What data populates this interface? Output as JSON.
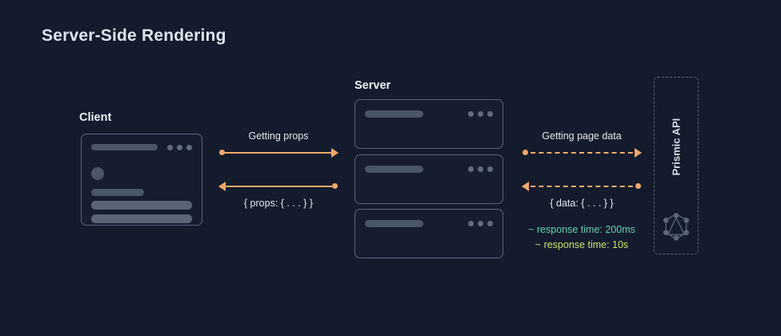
{
  "title": "Server-Side Rendering",
  "colors": {
    "background": "#141b2d",
    "accent_orange": "#f0a868",
    "card_border": "#5b6579",
    "bar": "#4b5568",
    "text": "#e6e9f0",
    "response_fast": "#5fd2b0",
    "response_slow": "#c9e26a"
  },
  "client": {
    "label": "Client",
    "card": {
      "name": "client-browser-mock",
      "dots": 3
    }
  },
  "server": {
    "label": "Server",
    "cards": [
      {
        "name": "server-card-1",
        "dots": 3
      },
      {
        "name": "server-card-2",
        "dots": 3
      },
      {
        "name": "server-card-3",
        "dots": 3
      }
    ]
  },
  "flow_client_server": {
    "request_label": "Getting props",
    "response_label": "{ props: { . . . } }",
    "style": "solid"
  },
  "flow_server_api": {
    "request_label": "Getting page data",
    "response_label": "{ data: { . . . } }",
    "style": "dashed"
  },
  "response_times": [
    {
      "text": "~ response time: 200ms",
      "color": "#5fd2b0"
    },
    {
      "text": "~ response time: 10s",
      "color": "#c9e26a"
    }
  ],
  "prismic": {
    "label": "Prismic API",
    "icon": "graphql-icon"
  }
}
